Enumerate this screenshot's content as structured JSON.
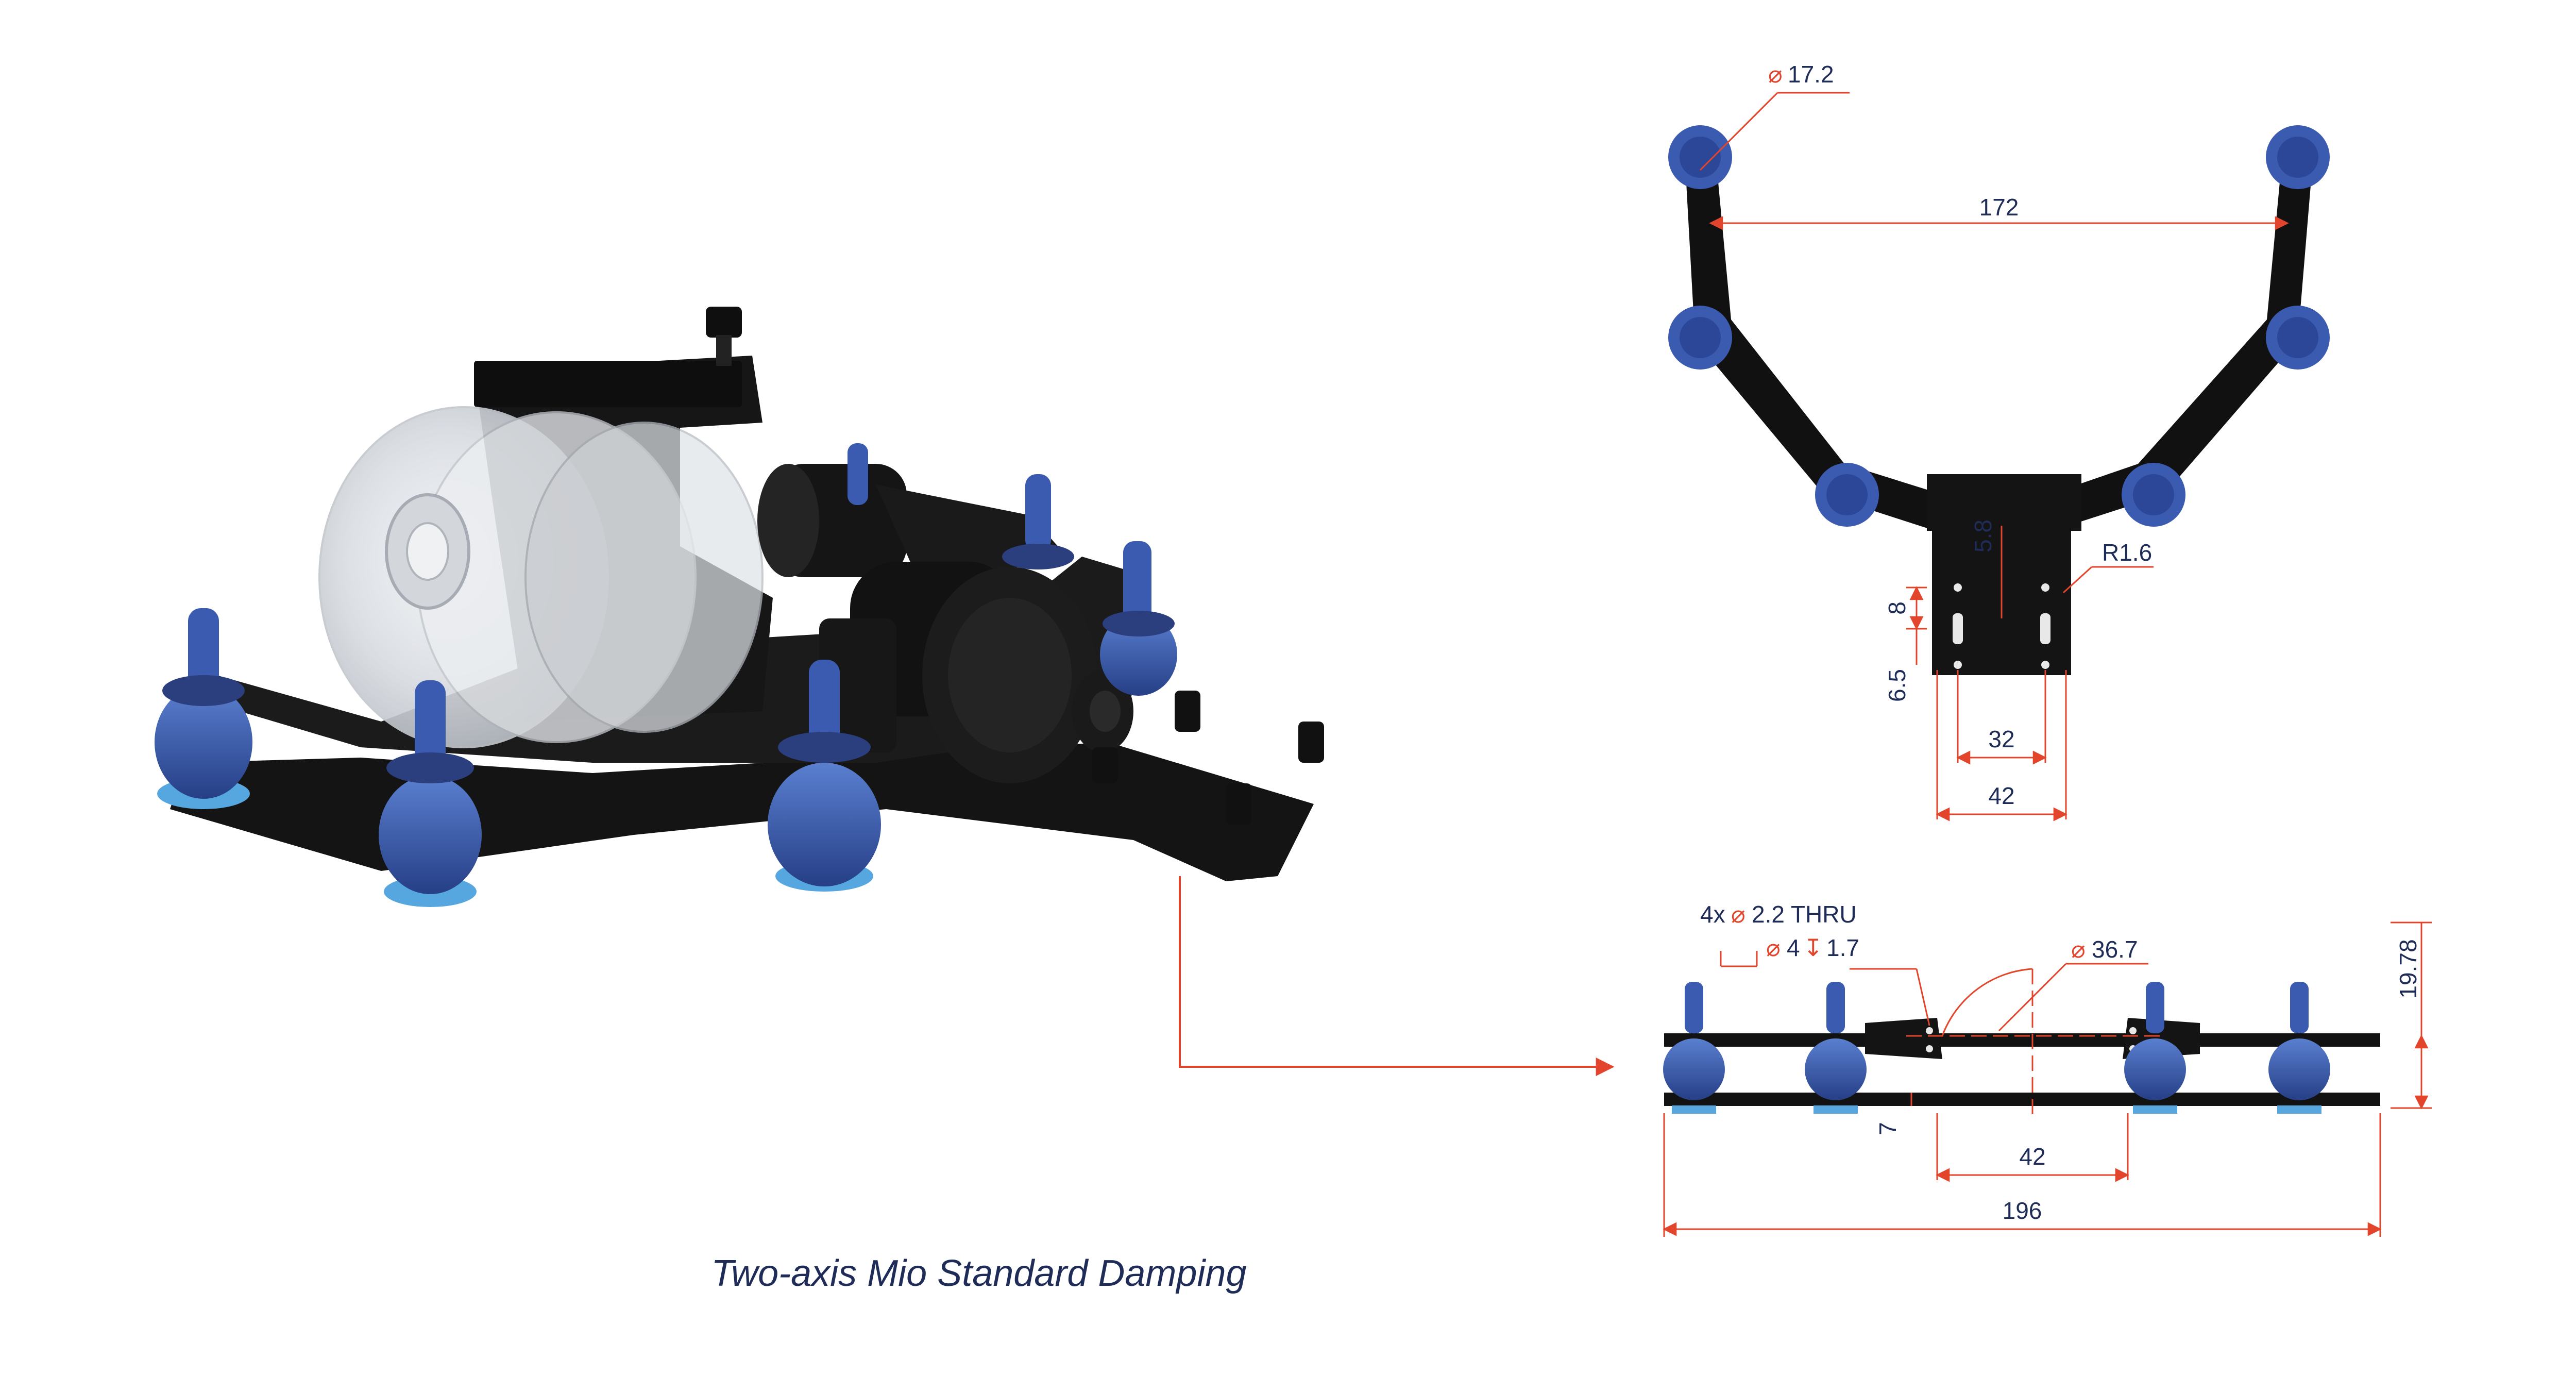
{
  "caption": "Two-axis Mio Standard Damping",
  "colors": {
    "dimension_line": "#e2452b",
    "dimension_text": "#1f2c57",
    "frame": "#151515",
    "damper_ball": "#3b5bb0",
    "damper_base": "#56a7e0"
  },
  "top_view": {
    "hole_diameter": "17.2",
    "top_span": "172",
    "center_height": "5.8",
    "corner_radius": "R1.6",
    "slot_spacing": "8",
    "slot_offset": "6.5",
    "inner_width": "32",
    "outer_width": "42"
  },
  "side_view": {
    "hole_count": "4x",
    "hole_spec": "2.2 THRU",
    "counterbore_diameter": "4",
    "counterbore_depth": "1.7",
    "arc_diameter": "36.7",
    "height": "19.78",
    "plate_gap": "7",
    "center_width": "42",
    "overall_width": "196"
  },
  "icons": {
    "diameter": "diameter-symbol-icon",
    "depth": "depth-symbol-icon",
    "counterbore": "counterbore-symbol-icon"
  }
}
